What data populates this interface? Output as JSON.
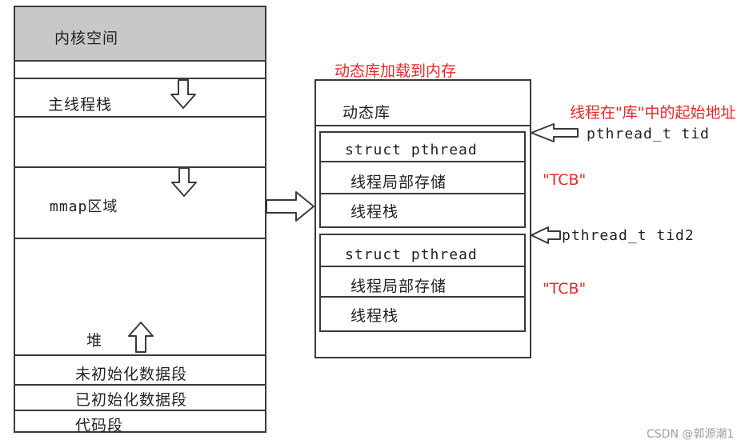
{
  "memory_layout": {
    "kernel_space": "内核空间",
    "main_thread_stack": "主线程栈",
    "mmap_region": "mmap区域",
    "heap": "堆",
    "bss": "未初始化数据段",
    "data": "已初始化数据段",
    "code": "代码段"
  },
  "shared_lib": {
    "title_annotation": "动态库加载到内存",
    "header": "动态库",
    "block1": {
      "struct": "struct pthread",
      "tls": "线程局部存储",
      "stack": "线程栈",
      "tcb": "\"TCB\""
    },
    "block2": {
      "struct": "struct pthread",
      "tls": "线程局部存储",
      "stack": "线程栈",
      "tcb": "\"TCB\""
    }
  },
  "pointers": {
    "address_annotation": "线程在\"库\"中的起始地址",
    "tid1": "pthread_t tid",
    "tid2": "pthread_t tid2"
  },
  "colors": {
    "annotation": "#e8262a",
    "kernel_fill": "#c8c8c8",
    "line": "#3a3a3a"
  },
  "watermark": "CSDN @郭源潮1"
}
